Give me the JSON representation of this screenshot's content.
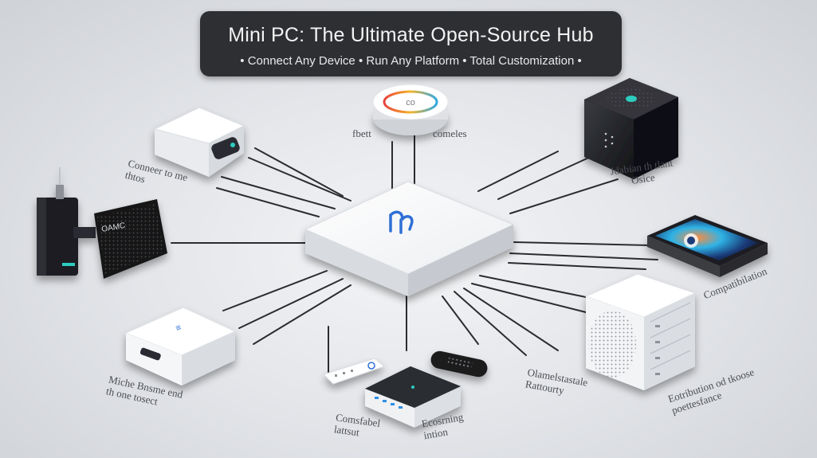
{
  "banner": {
    "title": "Mini PC: The Ultimate Open-Source Hub",
    "subtitle": "• Connect Any Device  •  Run Any Platform  •  Total Customization •"
  },
  "hub": {
    "logo_text": "m"
  },
  "device_text": {
    "smart_speaker": "co",
    "speaker_grille": "OAMC"
  },
  "labels": {
    "connect_to_me": "Conneer to me\nthtos",
    "fbett": "fbett",
    "comeles": "comeles",
    "home_office": "Jdabian th tlant\nOsice",
    "compatibility": "Compatibilation",
    "mobile_devices": "Miche Bnsme end\nth one tosect",
    "cross_platform": "Comsfabel\nlattsut",
    "ecosystem": "Ecosrning\nintion",
    "remote_access": "Olamelstastale\nRattourty",
    "resolution": "Eotribution od tkoose\npoettesfance"
  },
  "colors": {
    "banner_bg": "#2d2f33",
    "line": "#2a2c30",
    "accent_blue": "#2f6fd6",
    "accent_teal": "#2ecbc0",
    "ring_gradient": [
      "#e8433b",
      "#f4b52b",
      "#2ea7e0"
    ]
  }
}
